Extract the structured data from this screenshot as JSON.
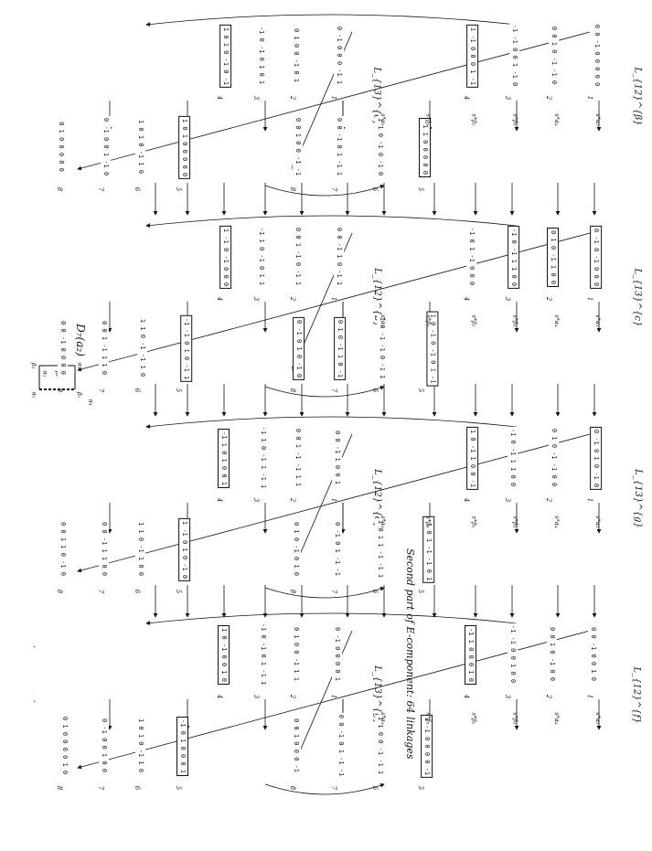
{
  "caption": "Second part of E-component:  64 linkages",
  "dynkin": {
    "title": "D₇(a₂)",
    "nodes": [
      "β₃",
      "α₁",
      "β₁",
      "α₃",
      "α₂",
      "β₂",
      "α₄"
    ]
  },
  "panels": [
    {
      "label": "L_{12}^{β}",
      "extra_label": "L_{13}^{e}",
      "vectors": [
        {
          "text": "0 0 -1 0 0 0 0 0",
          "idx": "1"
        },
        {
          "text": "0 0 1 0 -1 -1 0",
          "idx": "2"
        },
        {
          "text": "-1 -1 0 0 1 -1 0",
          "idx": "3"
        },
        {
          "text": "1 -1 0 0 0 1 -1",
          "idx": "4",
          "boxed": true
        },
        {
          "text": "-1 1 0 0 0 0 0",
          "idx": "5",
          "boxed": true
        },
        {
          "text": "1 1 0 -1 0 -1 0",
          "idx": "6"
        },
        {
          "text": "0 0 -1 0 1 -1 1",
          "idx": "7"
        },
        {
          "text": "0 0 1 0 0 -1 -1",
          "idx": "8"
        },
        {
          "text": "0 -1 0 0 0 -1 1",
          "idx": "1"
        },
        {
          "text": "0 1 0 0 -1 0 1",
          "idx": "2"
        },
        {
          "text": "-1 0 -1 0 1 0 1",
          "idx": "3"
        },
        {
          "text": "1 0 1 0 -1 0 -1",
          "idx": "4",
          "boxed": true
        },
        {
          "text": "1 0 1 0 0 0 0 0",
          "idx": "5",
          "boxed": true
        },
        {
          "text": "1 0 1 0 -1 1 0",
          "idx": "6"
        },
        {
          "text": "0 -1 0 0 1 -1 0",
          "idx": "7"
        },
        {
          "text": "0 1 0 0 0 0 0",
          "idx": "8"
        }
      ]
    },
    {
      "label": "L_{13}^{c}",
      "extra_label": "L_{12}^{b}",
      "vectors": [
        {
          "text": "0 -1 0 -1 0 0 0",
          "idx": "1",
          "boxed": true
        },
        {
          "text": "0 1 0 -1 1 0 0",
          "idx": "2",
          "boxed": true
        },
        {
          "text": "-1 0 -1 1 1 0 0",
          "idx": "3",
          "boxed": true
        },
        {
          "text": "-1 0 1 -1 0 0 0",
          "idx": "4"
        },
        {
          "text": "1 0 -1 0 -1 0 1 -1",
          "idx": "5",
          "boxed": true
        },
        {
          "text": "1 0 -1 -1 0 -1 1",
          "idx": "6"
        },
        {
          "text": "0 1 0 -1 1 0 -1",
          "idx": "7",
          "boxed": true
        },
        {
          "text": "0 -1 0 1 0 -1 0",
          "idx": "8",
          "boxed": true
        },
        {
          "text": "0 0 -1 1 0 -1 1",
          "idx": "1"
        },
        {
          "text": "0 0 1 -1 0 -1 1",
          "idx": "2"
        },
        {
          "text": "-1 1 0 -1 0 1 1",
          "idx": "3"
        },
        {
          "text": "1 -1 0 -1 0 0 0",
          "idx": "4",
          "boxed": true
        },
        {
          "text": "-1 -1 0 1 0 -1 1",
          "idx": "5",
          "boxed": true
        },
        {
          "text": "1 1 0 -1 -1 1 0",
          "idx": "6"
        },
        {
          "text": "0 0 1 -1 1 1 0",
          "idx": "7"
        },
        {
          "text": "0 0 -1 0 0 0 0",
          "idx": "8"
        }
      ]
    },
    {
      "label": "L_{13}^{g}",
      "extra_label": "L_{12}^{d}",
      "vectors": [
        {
          "text": "0 -1 0 1 0 -1 0",
          "idx": "1",
          "boxed": true
        },
        {
          "text": "0 1 0 -1 -1 0 0",
          "idx": "2"
        },
        {
          "text": "-1 0 -1 1 1 0 0",
          "idx": "3"
        },
        {
          "text": "1 0 -1 1 0 0 -1",
          "idx": "4",
          "boxed": true
        },
        {
          "text": "-1 0 1 -1 -1 0 1",
          "idx": "5",
          "boxed": true
        },
        {
          "text": "1 0 1 1 -1 -1 1",
          "idx": "6"
        },
        {
          "text": "0 -1 0 1 -1 -1",
          "idx": "7"
        },
        {
          "text": "0 1 0 -1 0 1 0",
          "idx": "8"
        },
        {
          "text": "0 0 -1 1 0 0 1",
          "idx": "1"
        },
        {
          "text": "0 0 1 -1 -1 1 1",
          "idx": "2"
        },
        {
          "text": "-1 1 0 -1 1 -1 1",
          "idx": "3"
        },
        {
          "text": "-1 1 0 1 0 0 1",
          "idx": "4",
          "boxed": true
        },
        {
          "text": "1 -1 0 1 0 -1 0",
          "idx": "5",
          "boxed": true
        },
        {
          "text": "1 1 0 -1 1 0 0",
          "idx": "6"
        },
        {
          "text": "0 0 -1 1 1 0 0",
          "idx": "7"
        },
        {
          "text": "0 0 1 1 0 -1 0",
          "idx": "8"
        }
      ]
    },
    {
      "label": "L_{12}^{f}",
      "extra_label": "L_{13}^{g}",
      "vectors": [
        {
          "text": "0 0 -1 0 0 1 0",
          "idx": "1"
        },
        {
          "text": "0 0 1 0 -1 0 0",
          "idx": "2"
        },
        {
          "text": "-1 -1 0 0 1 0 0",
          "idx": "3"
        },
        {
          "text": "-1 1 0 0 0 1 0",
          "idx": "4",
          "boxed": true
        },
        {
          "text": "1 -1 0 0 0 0 -1",
          "idx": "5",
          "boxed": true
        },
        {
          "text": "1 1 0 0 -1 -1 1",
          "idx": "6"
        },
        {
          "text": "0 0 -1 0 1 -1 -1",
          "idx": "7"
        },
        {
          "text": "0 0 1 0 0 0 -1",
          "idx": "8"
        },
        {
          "text": "0 -1 0 0 0 0 1",
          "idx": "1"
        },
        {
          "text": "0 1 0 0 -1 1 1",
          "idx": "2"
        },
        {
          "text": "-1 0 -1 0 1 -1 1",
          "idx": "3"
        },
        {
          "text": "1 0 -1 0 0 1 0",
          "idx": "4",
          "boxed": true
        },
        {
          "text": "-1 0 1 0 0 0 1",
          "idx": "5",
          "boxed": true
        },
        {
          "text": "1 0 1 0 -1 1 0",
          "idx": "6"
        },
        {
          "text": "0 -1 0 0 1 0 0",
          "idx": "7"
        },
        {
          "text": "0 1 0 0 0 0 1 0",
          "idx": "8"
        }
      ]
    }
  ],
  "between_labels": {
    "s_a2": "s*α₂",
    "s_a4": "s*α₄",
    "s_b1": "s*β₁",
    "s_b2": "s*β₂",
    "s_b3": "s*β₃",
    "s_a1": "s*α₁",
    "s_a3": "s*α₃"
  },
  "dots": [
    ".",
    "."
  ]
}
